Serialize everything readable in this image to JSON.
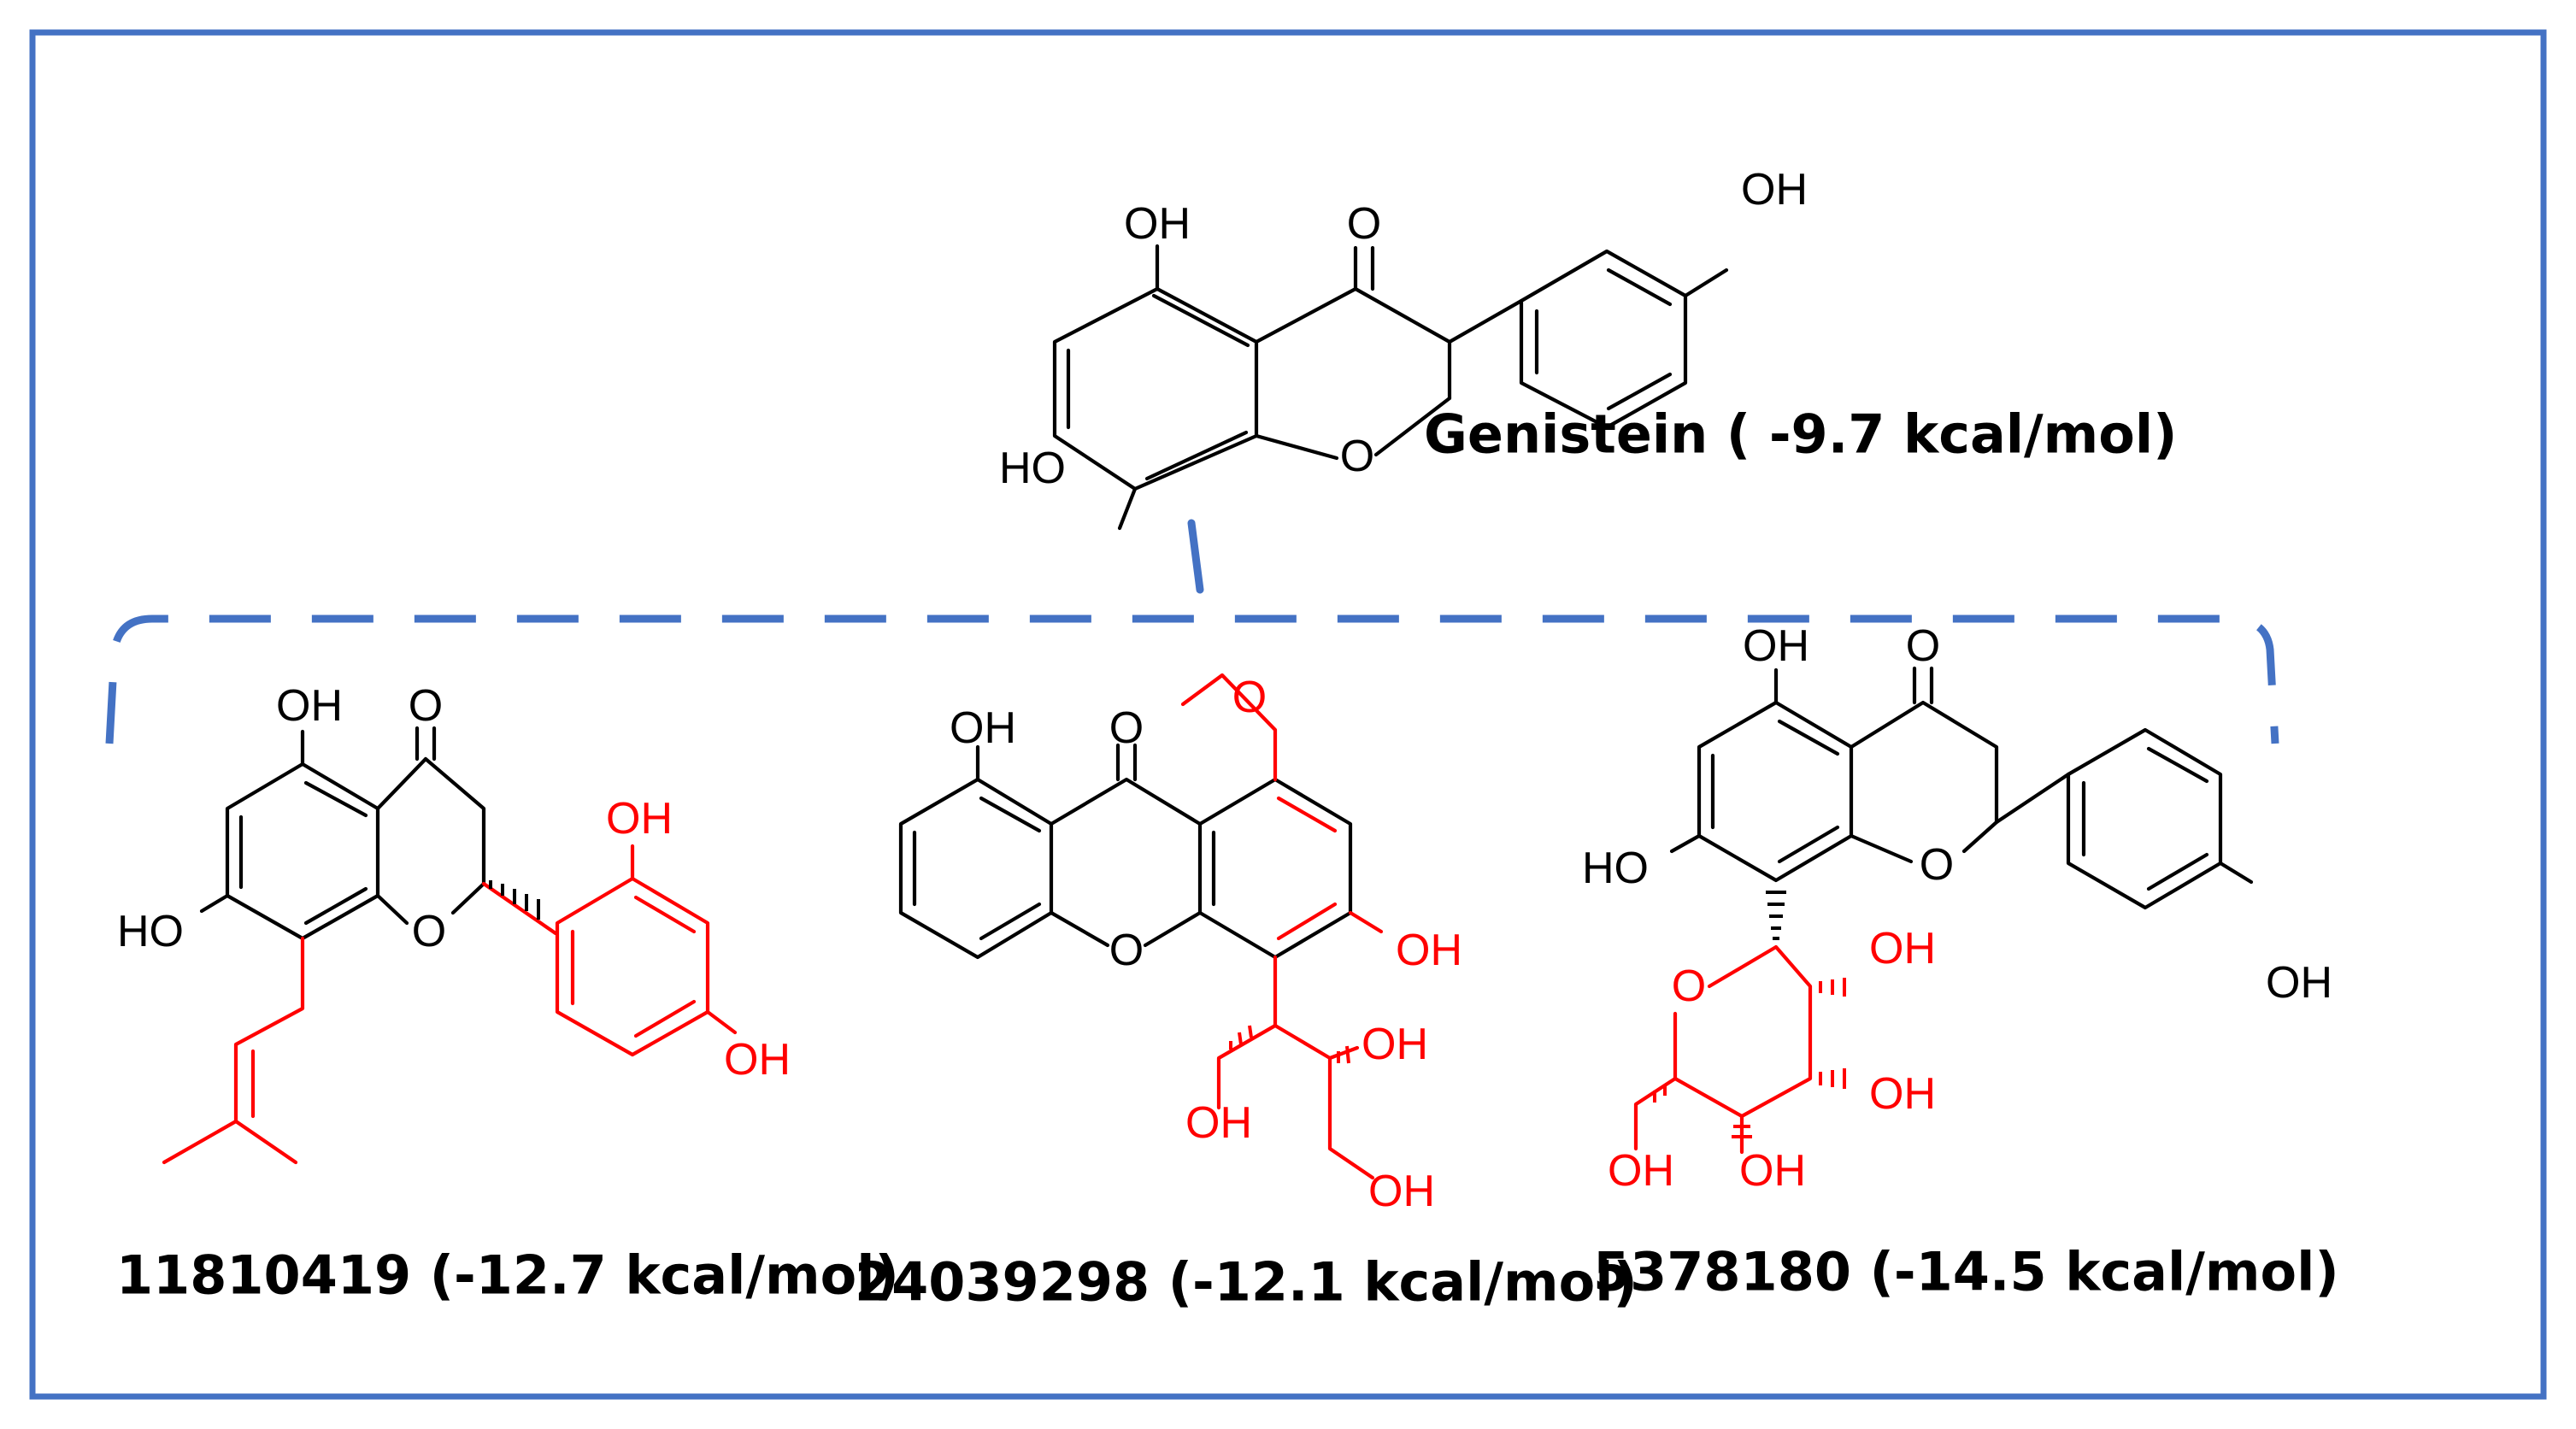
{
  "colors": {
    "frame": "#4472C4",
    "bracket": "#4472C4",
    "core": "#000000",
    "substituent": "#FF0000"
  },
  "atom_label_OH": "OH",
  "atom_label_HO": "HO",
  "atom_label_O": "O",
  "parent": {
    "caption": "Genistein ( -9.7 kcal/mol)"
  },
  "compounds": [
    {
      "caption": "11810419 (-12.7 kcal/mol)"
    },
    {
      "caption": "24039298 (-12.1 kcal/mol)"
    },
    {
      "caption": "5378180 (-14.5 kcal/mol)"
    }
  ]
}
